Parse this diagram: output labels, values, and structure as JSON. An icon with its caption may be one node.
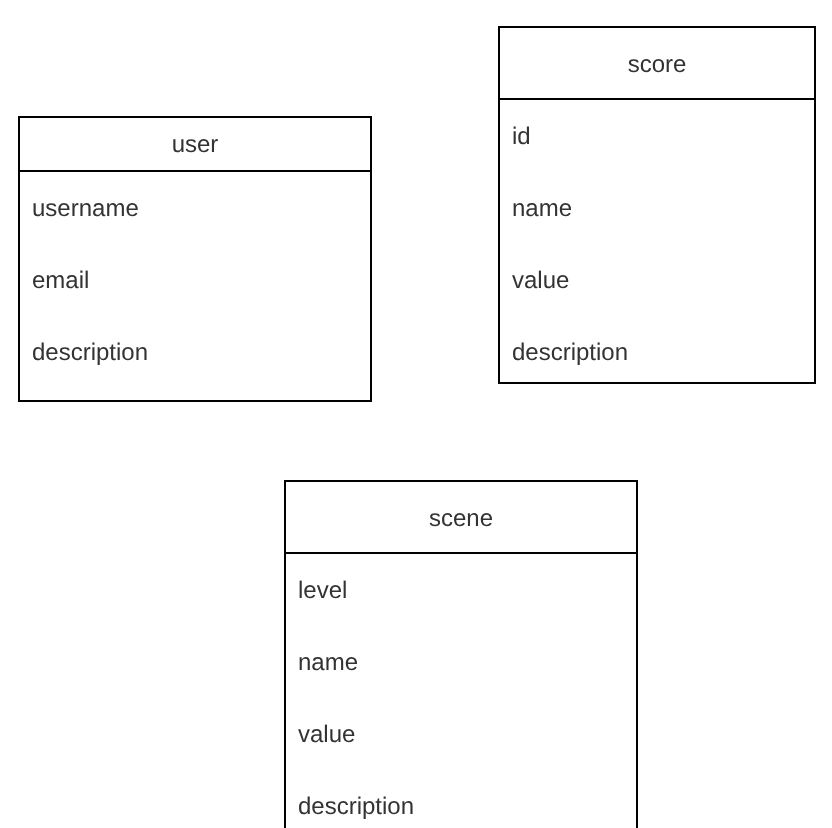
{
  "diagram": {
    "nodes": [
      {
        "text": [
          "user",
          "username",
          "email",
          "description"
        ]
      },
      {
        "text": [
          "score",
          "id",
          "name",
          "value",
          "description"
        ]
      },
      {
        "text": [
          "scene",
          "level",
          "name",
          "value",
          "description"
        ]
      }
    ]
  }
}
